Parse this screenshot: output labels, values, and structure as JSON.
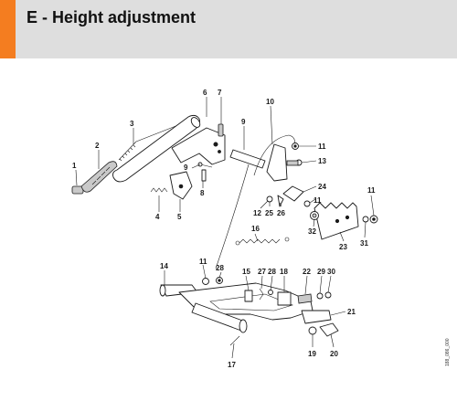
{
  "header": {
    "title": "E - Height adjustment",
    "accent_color": "#f47d20",
    "background_color": "#dedede"
  },
  "diagram": {
    "callouts": [
      "1",
      "2",
      "3",
      "4",
      "5",
      "6",
      "7",
      "8",
      "9",
      "10",
      "11",
      "11",
      "11",
      "11",
      "12",
      "13",
      "14",
      "15",
      "16",
      "17",
      "18",
      "19",
      "20",
      "21",
      "22",
      "23",
      "24",
      "25",
      "26",
      "27",
      "28",
      "28",
      "29",
      "30",
      "31",
      "32"
    ],
    "reference_code": "188_086_000"
  }
}
